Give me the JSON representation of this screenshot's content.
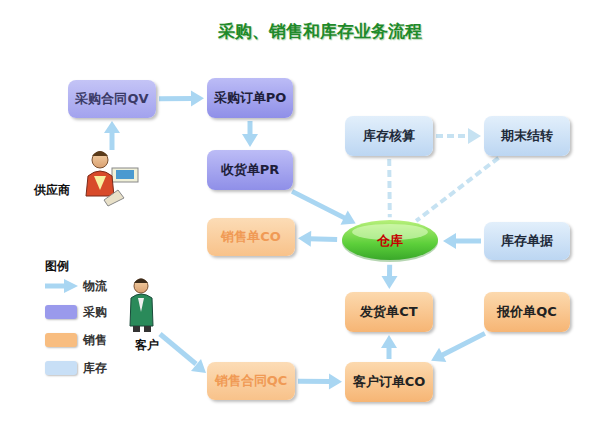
{
  "diagram": {
    "title": "采购、销售和库存业务流程",
    "nodes": [
      {
        "text": [
          "采购合同QV"
        ]
      },
      {
        "text": [
          "采购订单PO"
        ]
      },
      {
        "text": [
          "收货单PR"
        ]
      },
      {
        "text": [
          "库存核算"
        ]
      },
      {
        "text": [
          "期末结转"
        ]
      },
      {
        "text": [
          "销售单CO"
        ]
      },
      {
        "text": [
          "仓库"
        ]
      },
      {
        "text": [
          "库存单据"
        ]
      },
      {
        "text": [
          "发货单CT"
        ]
      },
      {
        "text": [
          "报价单QC"
        ]
      },
      {
        "text": [
          "销售合同QC"
        ]
      },
      {
        "text": [
          "客户订单CO"
        ]
      }
    ],
    "edges": [
      {
        "from": 0,
        "to": 1,
        "arrow": "to"
      },
      {
        "from": 1,
        "to": 2,
        "arrow": "to"
      },
      {
        "from": 2,
        "to": 6,
        "arrow": "to"
      },
      {
        "from": 3,
        "to": 4,
        "arrow": "to"
      },
      {
        "from": 3,
        "to": 6,
        "arrow": "none"
      },
      {
        "from": 4,
        "to": 6,
        "arrow": "none"
      },
      {
        "from": 6,
        "to": 5,
        "arrow": "to"
      },
      {
        "from": 7,
        "to": 6,
        "arrow": "to"
      },
      {
        "from": 6,
        "to": 8,
        "arrow": "to"
      },
      {
        "from": 9,
        "to": 11,
        "arrow": "to"
      },
      {
        "from": 10,
        "to": 11,
        "arrow": "to"
      },
      {
        "from": 11,
        "to": 8,
        "arrow": "to"
      }
    ],
    "labels": [
      "供应商",
      "图例",
      "客户"
    ],
    "legend": [
      {
        "text": "物流"
      },
      {
        "text": "采购",
        "color": "#9a9aec"
      },
      {
        "text": "销售",
        "color": "#f8bd80"
      },
      {
        "text": "库存",
        "color": "#c8dff6"
      }
    ]
  }
}
